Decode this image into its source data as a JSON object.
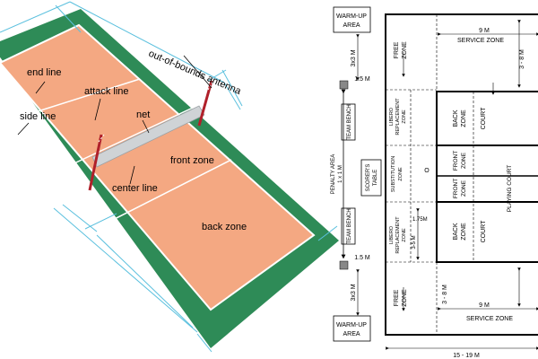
{
  "colors": {
    "court_fill": "#f4a882",
    "free_zone": "#2e8b57",
    "court_line": "#ffffff",
    "antenna": "#b0202a",
    "dimension": "#5bc0de",
    "diagram_line": "#000000"
  },
  "perspective": {
    "labels": {
      "end_line": "end line",
      "attack_line": "attack line",
      "side_line": "side line",
      "net": "net",
      "antenna": "out-of-bounds antenna",
      "front_zone": "front zone",
      "center_line": "center line",
      "back_zone": "back zone"
    }
  },
  "plan": {
    "warmup_top": [
      "WARM-UP",
      "AREA"
    ],
    "warmup_bottom": [
      "WARM-UP",
      "AREA"
    ],
    "dim_3x3_top": "3x3 M",
    "dim_3x3_bottom": "3x3 M",
    "dim_1_5_top": "1.5 M",
    "dim_1_5_bottom": "1.5 M",
    "penalty_area": [
      "PENALTY AREA",
      "1 x 1 M"
    ],
    "team_bench_top": "TEAM BENCH",
    "team_bench_bottom": "TEAM BENCH",
    "scorers_table": [
      "SCORER'S",
      "TABLE"
    ],
    "libero_top": [
      "LIBERO",
      "REPLACEMENT",
      "ZONE"
    ],
    "libero_bottom": [
      "LIBERO",
      "REPLACEMENT",
      "ZONE"
    ],
    "substitution_zone": [
      "SUBSTITUTION",
      "ZONE"
    ],
    "dim_1_75": "1.75M",
    "dim_3_5": "3-5 M",
    "free_zone_top": [
      "FREE",
      "ZONE"
    ],
    "free_zone_bottom": [
      "FREE",
      "ZONE"
    ],
    "service_top_dim": "9 M",
    "service_top_label": "SERVICE ZONE",
    "service_bottom_dim": "9 M",
    "service_bottom_label": "SERVICE ZONE",
    "dim_3_8_top": "3 - 8 M",
    "dim_3_8_bottom": "3 - 8 M",
    "back_zone_top": [
      "BACK",
      "ZONE"
    ],
    "court_top": "COURT",
    "front_zone_top": [
      "FRONT",
      "ZONE"
    ],
    "front_zone_bottom": [
      "FRONT",
      "ZONE"
    ],
    "playing_court": "PLAYING COURT",
    "back_zone_bottom": [
      "BACK",
      "ZONE"
    ],
    "court_bottom": "COURT",
    "marker_o": "O",
    "width_dim": "15 - 19 M"
  }
}
